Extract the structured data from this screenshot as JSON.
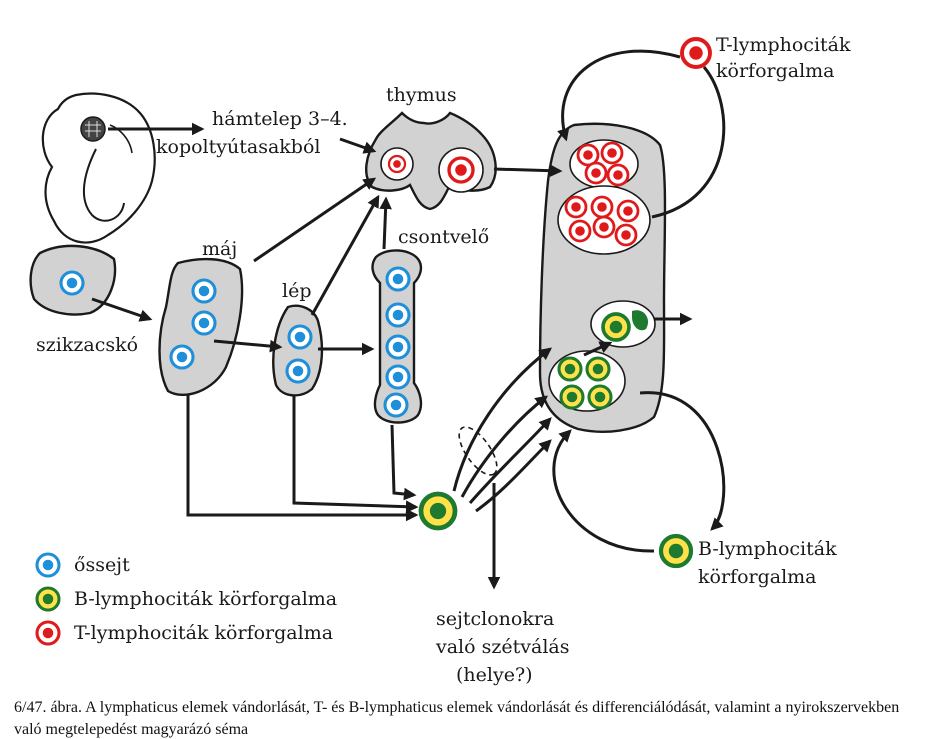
{
  "colors": {
    "stem_cell": "#1e8fd8",
    "b_cell": "#1d7a2e",
    "t_cell": "#e01a1a",
    "organ_fill": "#d2d2d2",
    "ring_yellow": "#ffe14a"
  },
  "labels": {
    "thymus": "thymus",
    "hamtelep_line1": "hámtelep 3–4.",
    "hamtelep_line2": "kopoltyútasakból",
    "maj": "máj",
    "lep": "lép",
    "csontvelo": "csontvelő",
    "szikzacsko": "szikzacskó",
    "t_circulation_line1": "T-lymphociták",
    "t_circulation_line2": "körforgalma",
    "b_circulation_line1": "B-lymphociták",
    "b_circulation_line2": "körforgalma",
    "split_line1": "sejtclonokra",
    "split_line2": "való szétválás",
    "split_line3": "(helye?)"
  },
  "legend": [
    {
      "key": "stem",
      "label": "őssejt",
      "icon": "stem-cell-icon"
    },
    {
      "key": "b",
      "label": "B-lymphociták körforgalma",
      "icon": "b-lymphocyte-icon"
    },
    {
      "key": "t",
      "label": "T-lymphociták körforgalma",
      "icon": "t-lymphocyte-icon"
    }
  ],
  "caption": "6/47. ábra. A lymphaticus elemek vándorlását, T- és B-lymphaticus elemek vándorlását és differenciálódását, valamint a nyirokszervekben való megtelepedést magyarázó séma"
}
